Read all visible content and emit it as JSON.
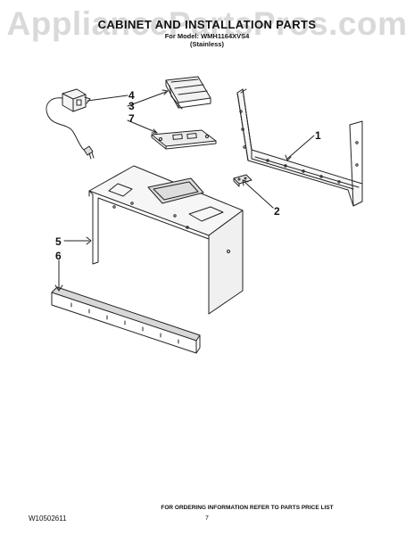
{
  "watermark": "AppliancePartsPros.com",
  "header": {
    "title": "CABINET AND INSTALLATION PARTS",
    "model_line": "For Model: WMH1164XVS4",
    "finish": "(Stainless)"
  },
  "callouts": {
    "c1": "1",
    "c2": "2",
    "c3": "3",
    "c4": "4",
    "c5": "5",
    "c6": "6",
    "c7": "7"
  },
  "footer": {
    "ordering_note": "FOR ORDERING INFORMATION REFER TO PARTS PRICE LIST",
    "doc_number": "W10502611",
    "page_number": "7"
  }
}
